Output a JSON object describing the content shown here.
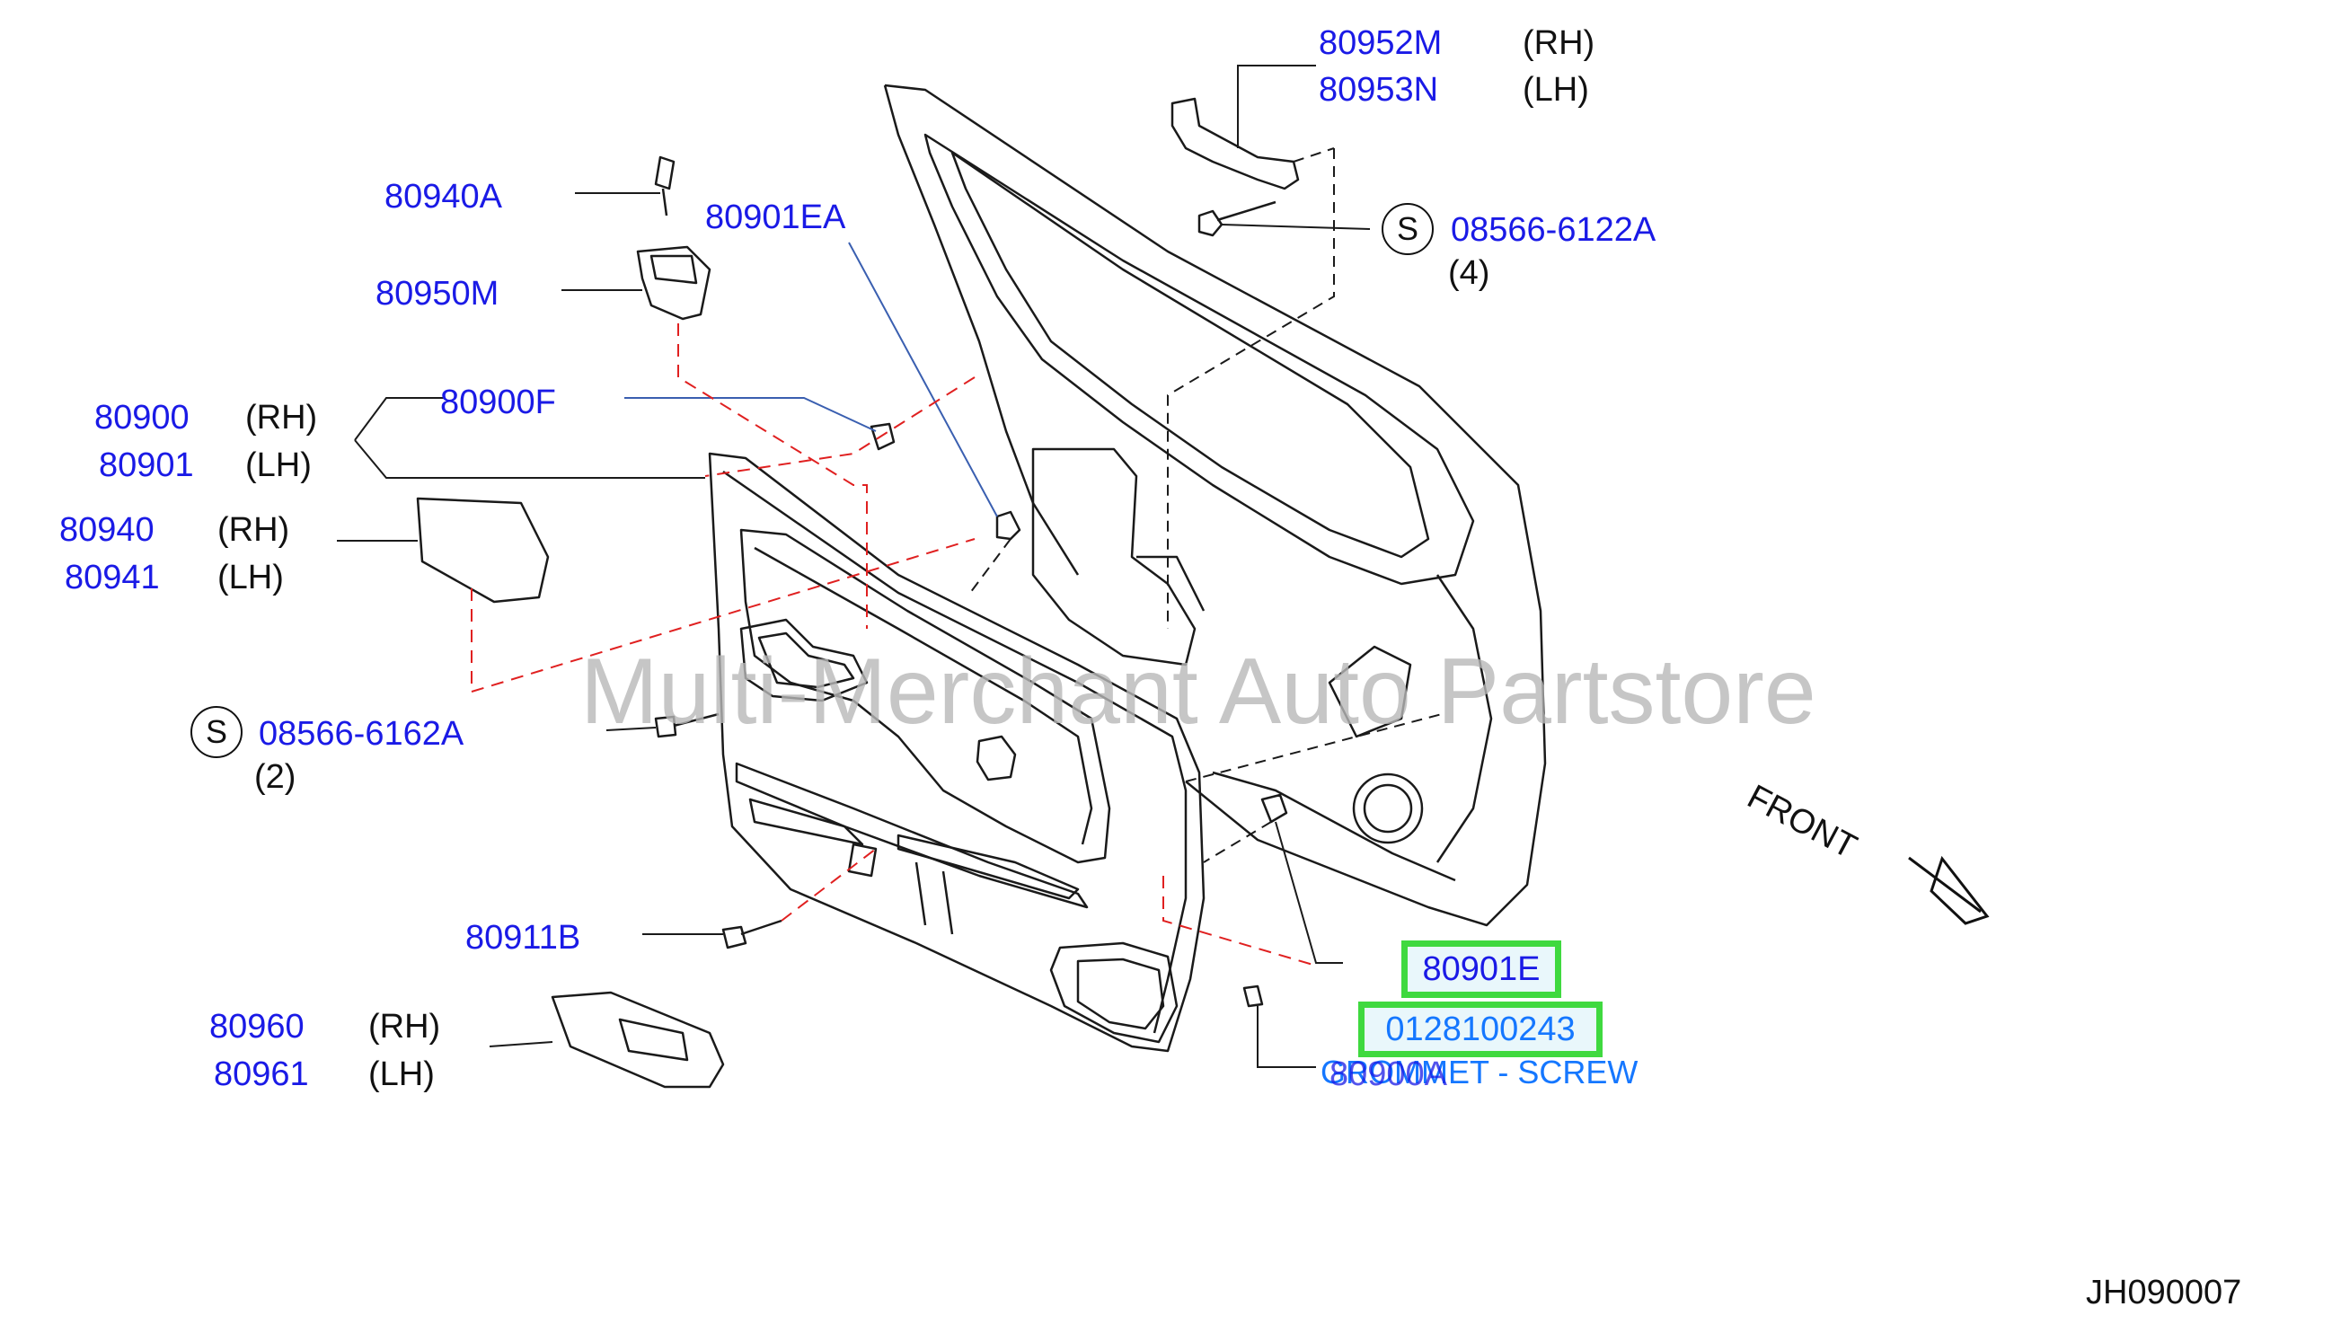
{
  "watermark": "Multi-Merchant Auto Partstore",
  "colors": {
    "part_number": "#1a1ae6",
    "side_text": "#111111",
    "highlight": "#3fd93f",
    "leader_blue": "#3a5fb0",
    "leader_red": "#e02020"
  },
  "labels": {
    "p80952M": "80952M",
    "p80952M_side": "(RH)",
    "p80953N": "80953N",
    "p80953N_side": "(LH)",
    "p08566_6122A": "08566-6122A",
    "p08566_6122A_qty": "(4)",
    "p80940A": "80940A",
    "p80901EA": "80901EA",
    "p80950M": "80950M",
    "p80900F": "80900F",
    "p80900": "80900",
    "p80900_side": "(RH)",
    "p80901": "80901",
    "p80901_side": "(LH)",
    "p80940": "80940",
    "p80940_side": "(RH)",
    "p80941": "80941",
    "p80941_side": "(LH)",
    "p08566_6162A": "08566-6162A",
    "p08566_6162A_qty": "(2)",
    "p80911B": "80911B",
    "p80960": "80960",
    "p80960_side": "(RH)",
    "p80961": "80961",
    "p80961_side": "(LH)",
    "p80901E": "80901E",
    "p0128100243": "0128100243",
    "grommet_screw": "GROMMET - SCREW",
    "p80900A": "80900A",
    "symbol_s": "S",
    "front": "FRONT",
    "diagram_code": "JH090007"
  }
}
